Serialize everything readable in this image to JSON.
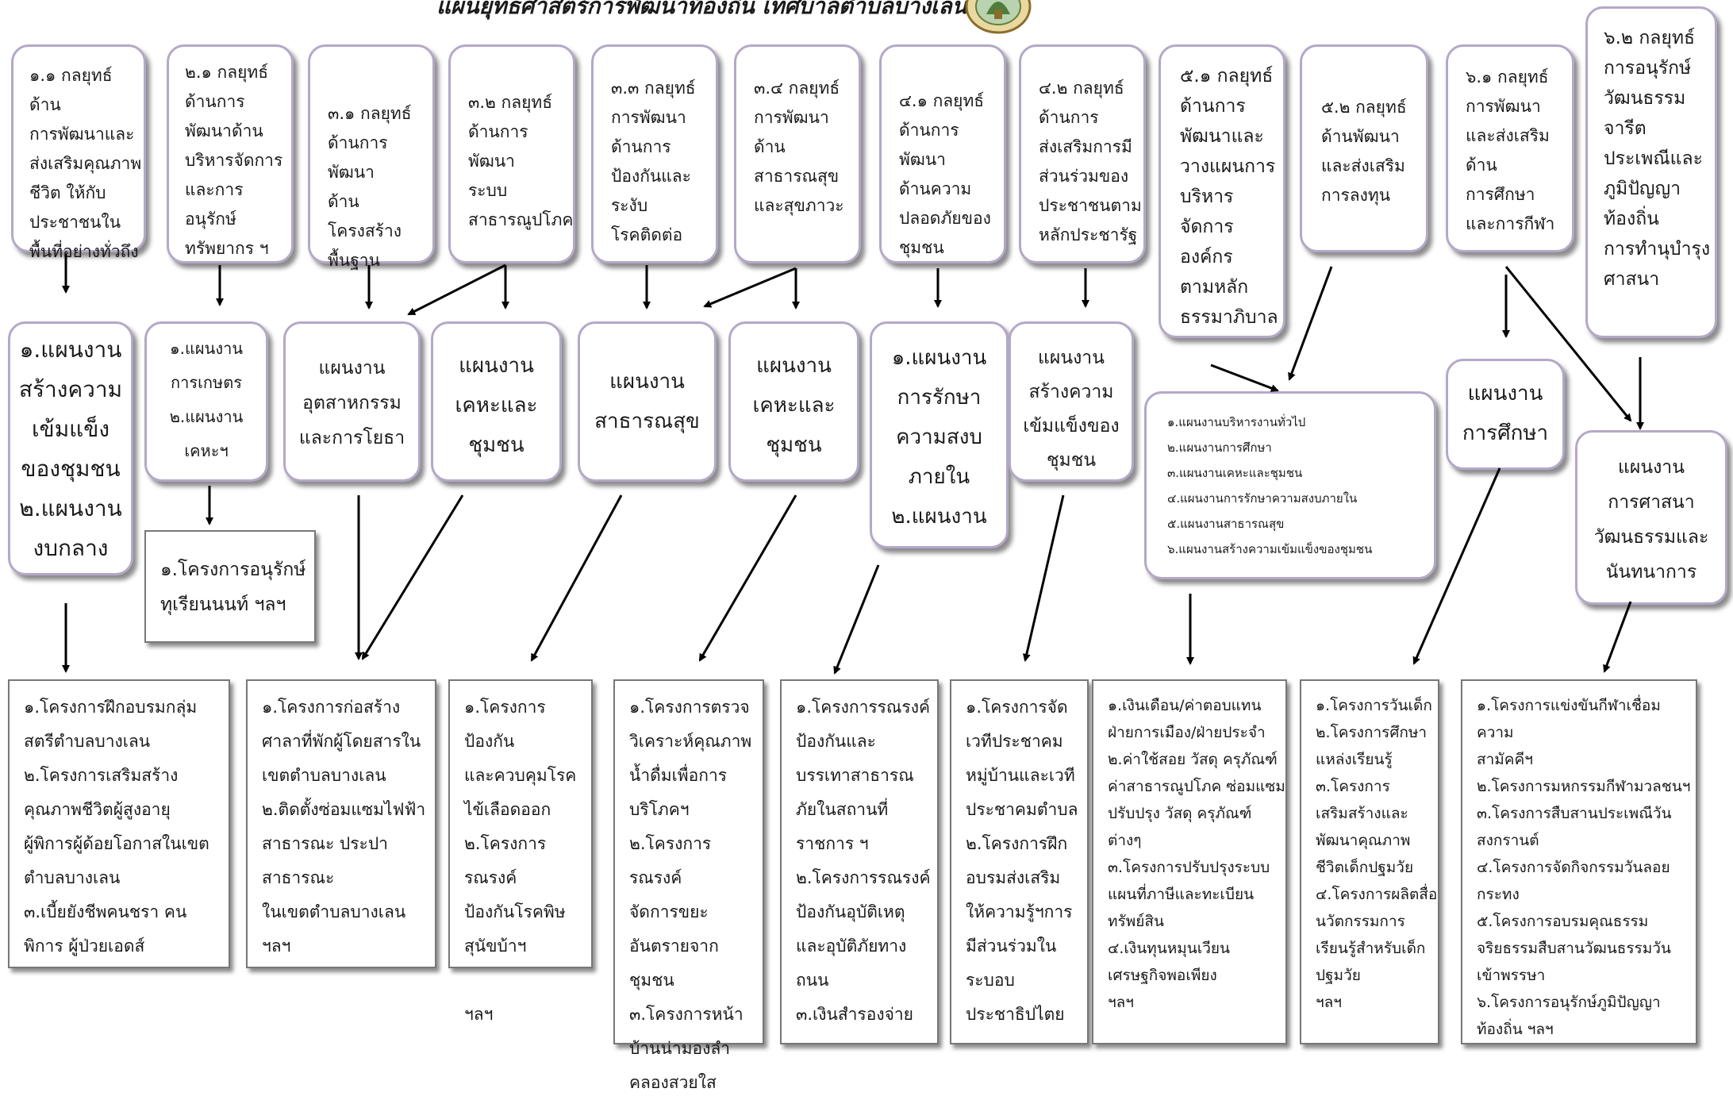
{
  "title": "แผนยุทธศาสตร์การพัฒนาท้องถิ่น เทศบาลตำบลบางเลน",
  "strategies": [
    "๑.๑ กลยุทธ์ด้าน\nการพัฒนาและ\nส่งเสริมคุณภาพ\nชีวิต ให้กับ\nประชาชนใน\nพื้นที่อย่างทั่วถึง",
    "๒.๑ กลยุทธ์\nด้านการ\nพัฒนาด้าน\nบริหารจัดการ\nและการ\nอนุรักษ์\nทรัพยากร ฯ",
    "๓.๑ กลยุทธ์\nด้านการพัฒนา\nด้านโครงสร้าง\nพื้นฐาน",
    "๓.๒ กลยุทธ์\nด้านการ\nพัฒนา\nระบบ\nสาธารณูปโภค",
    "๓.๓ กลยุทธ์\nการพัฒนา\nด้านการ\nป้องกันและ\nระงับ\nโรคติดต่อ",
    "๓.๔ กลยุทธ์\nการพัฒนาด้าน\nสาธารณสุข\nและสุขภาวะ",
    "๔.๑ กลยุทธ์\nด้านการพัฒนา\nด้านความ\nปลอดภัยของ\nชุมชน",
    "๔.๒ กลยุทธ์\nด้านการ\nส่งเสริมการมี\nส่วนร่วมของ\nประชาชนตาม\nหลักประชารัฐ",
    "๕.๑ กลยุทธ์\nด้านการ\nพัฒนาและ\nวางแผนการ\nบริหาร\nจัดการ\nองค์กร\nตามหลัก\nธรรมาภิบาล",
    "๕.๒ กลยุทธ์\nด้านพัฒนา\nและส่งเสริม\nการลงทุน",
    "๖.๑ กลยุทธ์\nการพัฒนา\nและส่งเสริม\nด้าน\nการศึกษา\nและการกีฬา",
    "๖.๒ กลยุทธ์\nการอนุรักษ์\nวัฒนธรรม\nจารีต\nประเพณีและ\nภูมิปัญญา\nท้องถิ่น\nการทำนุบำรุง\nศาสนา"
  ],
  "plans": [
    "๑.แผนงาน\nสร้างความ\nเข้มแข็ง\nของชุมชน\n๒.แผนงาน\nงบกลาง",
    "๑.แผนงาน\nการเกษตร\n๒.แผนงาน\nเคหะฯ",
    "แผนงาน\nอุตสาหกรรม\nและการโยธา",
    "แผนงาน\nเคหะและ\nชุมชน",
    "แผนงาน\nสาธารณสุข",
    "แผนงาน\nเคหะและ\nชุมชน",
    "๑.แผนงาน\nการรักษา\nความสงบ\nภายใน\n๒.แผนงาน",
    "แผนงาน\nสร้างความ\nเข้มแข็งของ\nชุมชน",
    "๑.แผนงานบริหารงานทั่วไป\n๒.แผนงานการศึกษา\n๓.แผนงานเคหะและชุมชน\n๔.แผนงานการรักษาความสงบภายใน\n๕.แผนงานสาธารณสุข\n๖.แผนงานสร้างความเข้มแข็งของชุมชน",
    "แผนงาน\nการศึกษา",
    "แผนงาน\nการศาสนา\nวัฒนธรรมและ\nนันทนาการ"
  ],
  "conservation_project": "๑.โครงการอนุรักษ์\nทุเรียนนนท์  ฯลฯ",
  "projects": [
    "๑.โครงการฝึกอบรมกลุ่ม\nสตรีตำบลบางเลน\n๒.โครงการเสริมสร้าง\nคุณภาพชีวิตผู้สูงอายุ\nผู้พิการผู้ด้อยโอกาสในเขต\nตำบลบางเลน\n๓.เบี้ยยังชีพคนชรา คน\nพิการ ผู้ป่วยเอดส์",
    "๑.โครงการก่อสร้าง\nศาลาที่พักผู้โดยสารใน\nเขตตำบลบางเลน\n๒.ติดตั้งซ่อมแซมไฟฟ้า\nสาธารณะ ประปา\nสาธารณะ\nในเขตตำบลบางเลน\n           ฯลฯ",
    "๑.โครงการป้องกัน\nและควบคุมโรค\nไข้เลือดออก\n๒.โครงการรณรงค์\nป้องกันโรคพิษ\nสุนัขบ้าฯ\n\n            ฯลฯ",
    "๑.โครงการตรวจ\nวิเคราะห์คุณภาพ\nน้ำดื่มเพื่อการ\nบริโภคฯ\n๒.โครงการรณรงค์\nจัดการขยะ\nอันตรายจากชุมชน\n๓.โครงการหน้า\nบ้านน่ามองลำ\nคลองสวยใส",
    "๑.โครงการรณรงค์\nป้องกันและ\nบรรเทาสาธารณ\nภัยในสถานที่\nราชการ ฯ\n๒.โครงการรณรงค์\nป้องกันอุบัติเหตุ\nและอุบัติภัยทาง\nถนน\n๓.เงินสำรองจ่าย",
    "๑.โครงการจัด\nเวทีประชาคม\nหมู่บ้านและเวที\nประชาคมตำบล\n๒.โครงการฝึก\nอบรมส่งเสริม\nให้ความรู้ฯการ\nมีส่วนร่วมใน\nระบอบ\nประชาธิปไตย",
    "๑.เงินเดือน/ค่าตอบแทน\nฝ่ายการเมือง/ฝ่ายประจำ\n๒.ค่าใช้สอย วัสดุ ครุภัณฑ์\nค่าสาธารณูปโภค ซ่อมแซม\nปรับปรุง วัสดุ ครุภัณฑ์\nต่างๆ\n๓.โครงการปรับปรุงระบบ\nแผนที่ภาษีและทะเบียน\nทรัพย์สิน\n๔.เงินทุนหมุนเวียน\nเศรษฐกิจพอเพียง\n             ฯลฯ",
    "๑.โครงการวันเด็ก\n๒.โครงการศึกษา\nแหล่งเรียนรู้\n๓.โครงการ\nเสริมสร้างและ\nพัฒนาคุณภาพ\nชีวิตเด็กปฐมวัย\n๔.โครงการผลิตสื่อ\nนวัตกรรมการ\nเรียนรู้สำหรับเด็ก\nปฐมวัย\n            ฯลฯ",
    "๑.โครงการแข่งขันกีฬาเชื่อมความ\nสามัคคีฯ\n๒.โครงการมหกรรมกีฬามวลชนฯ\n๓.โครงการสืบสานประเพณีวัน\nสงกรานต์\n๔.โครงการจัดกิจกรรมวันลอย\nกระทง\n๕.โครงการอบรมคุณธรรม\nจริยธรรมสืบสานวัฒนธรรมวัน\nเข้าพรรษา\n๖.โครงการอนุรักษ์ภูมิปัญญา\nท้องถิ่น     ฯลฯ"
  ]
}
